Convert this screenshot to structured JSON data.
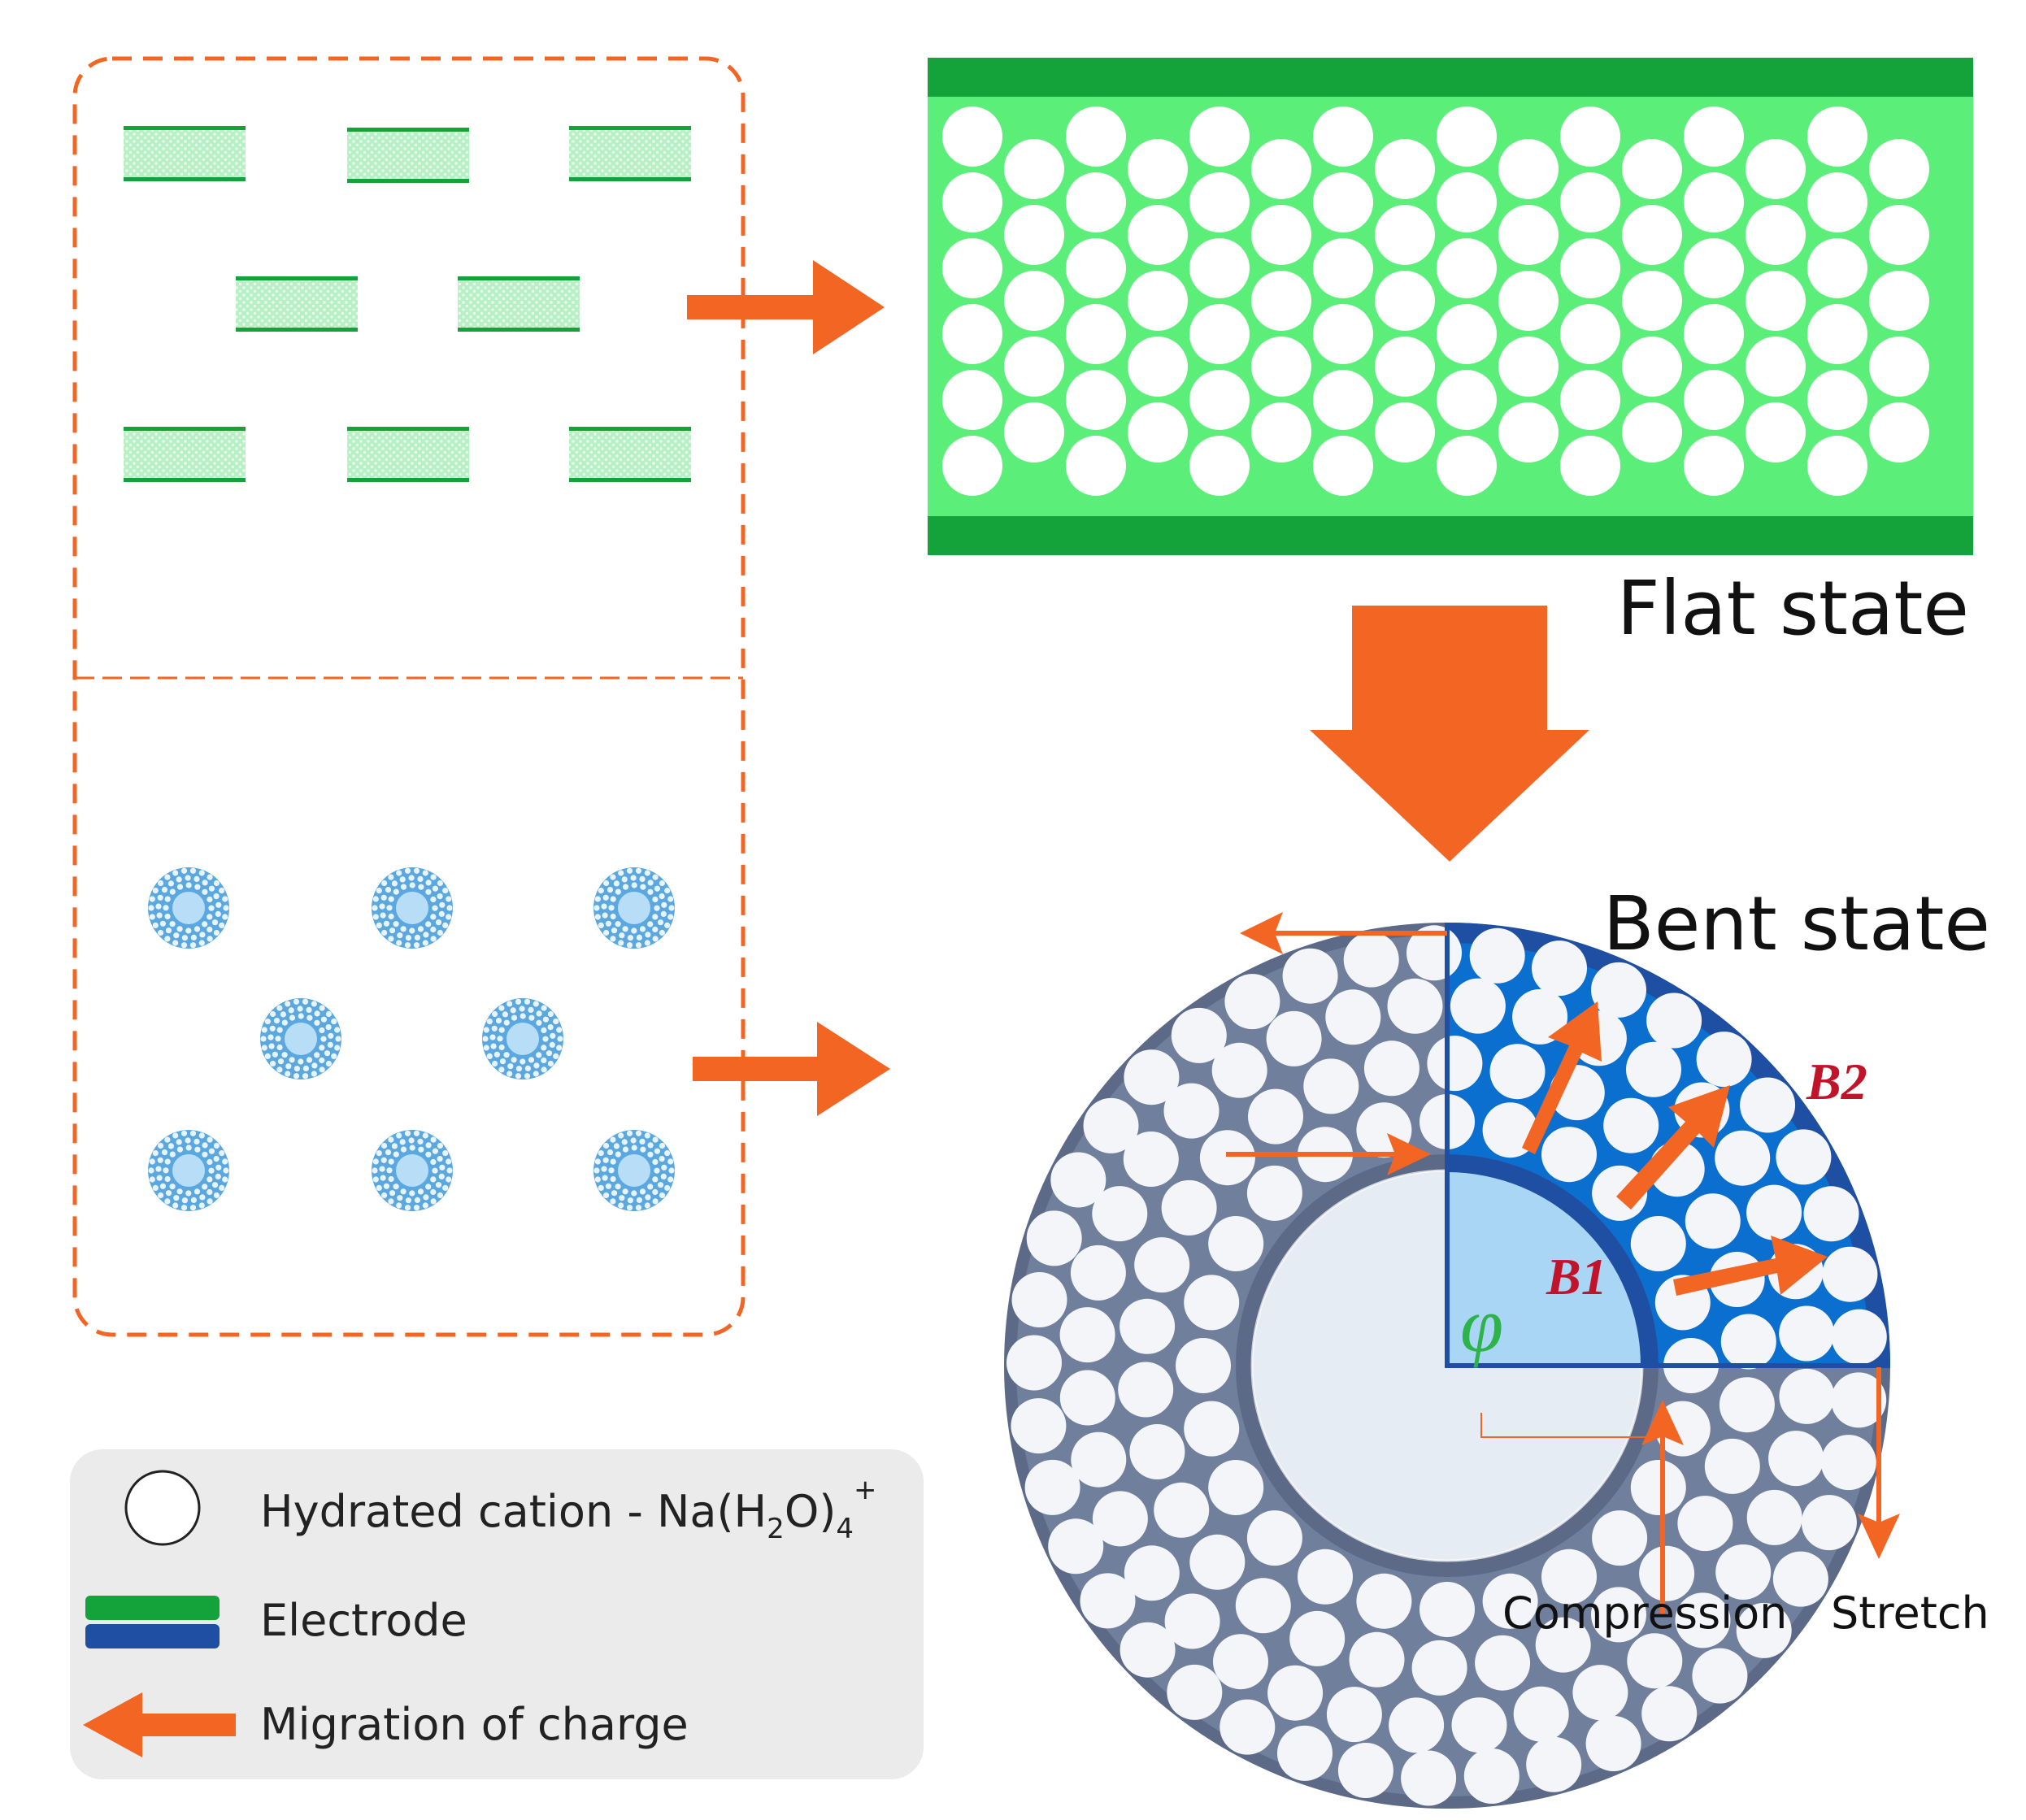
{
  "labels": {
    "flat_state": "Flat state",
    "bent_state": "Bent state",
    "b1": "B1",
    "b2": "B2",
    "phi": "φ",
    "compression": "Compression",
    "stretch": "Stretch"
  },
  "legend": {
    "hydrated_cation_label": "Hydrated cation - Na(H",
    "hydrated_cation_sub2": "2",
    "hydrated_cation_mid": "O)",
    "hydrated_cation_sub4": "4",
    "hydrated_cation_sup": "+",
    "electrode_label": "Electrode",
    "migration_label": "Migration of charge"
  },
  "colors": {
    "orange": "#f26522",
    "green_light": "#5bef7a",
    "green_dark": "#14a23a",
    "blue_outer": "#1f4fa3",
    "blue_mid": "#0b6fd0",
    "blue_light": "#a9d6f5",
    "slate": "#6f7f9c",
    "slate_dark": "#5c6a88",
    "core": "#e6ecf4",
    "legend_bg": "#ebebeb",
    "crimson": "#c0142a",
    "phi_green": "#2db34a"
  }
}
